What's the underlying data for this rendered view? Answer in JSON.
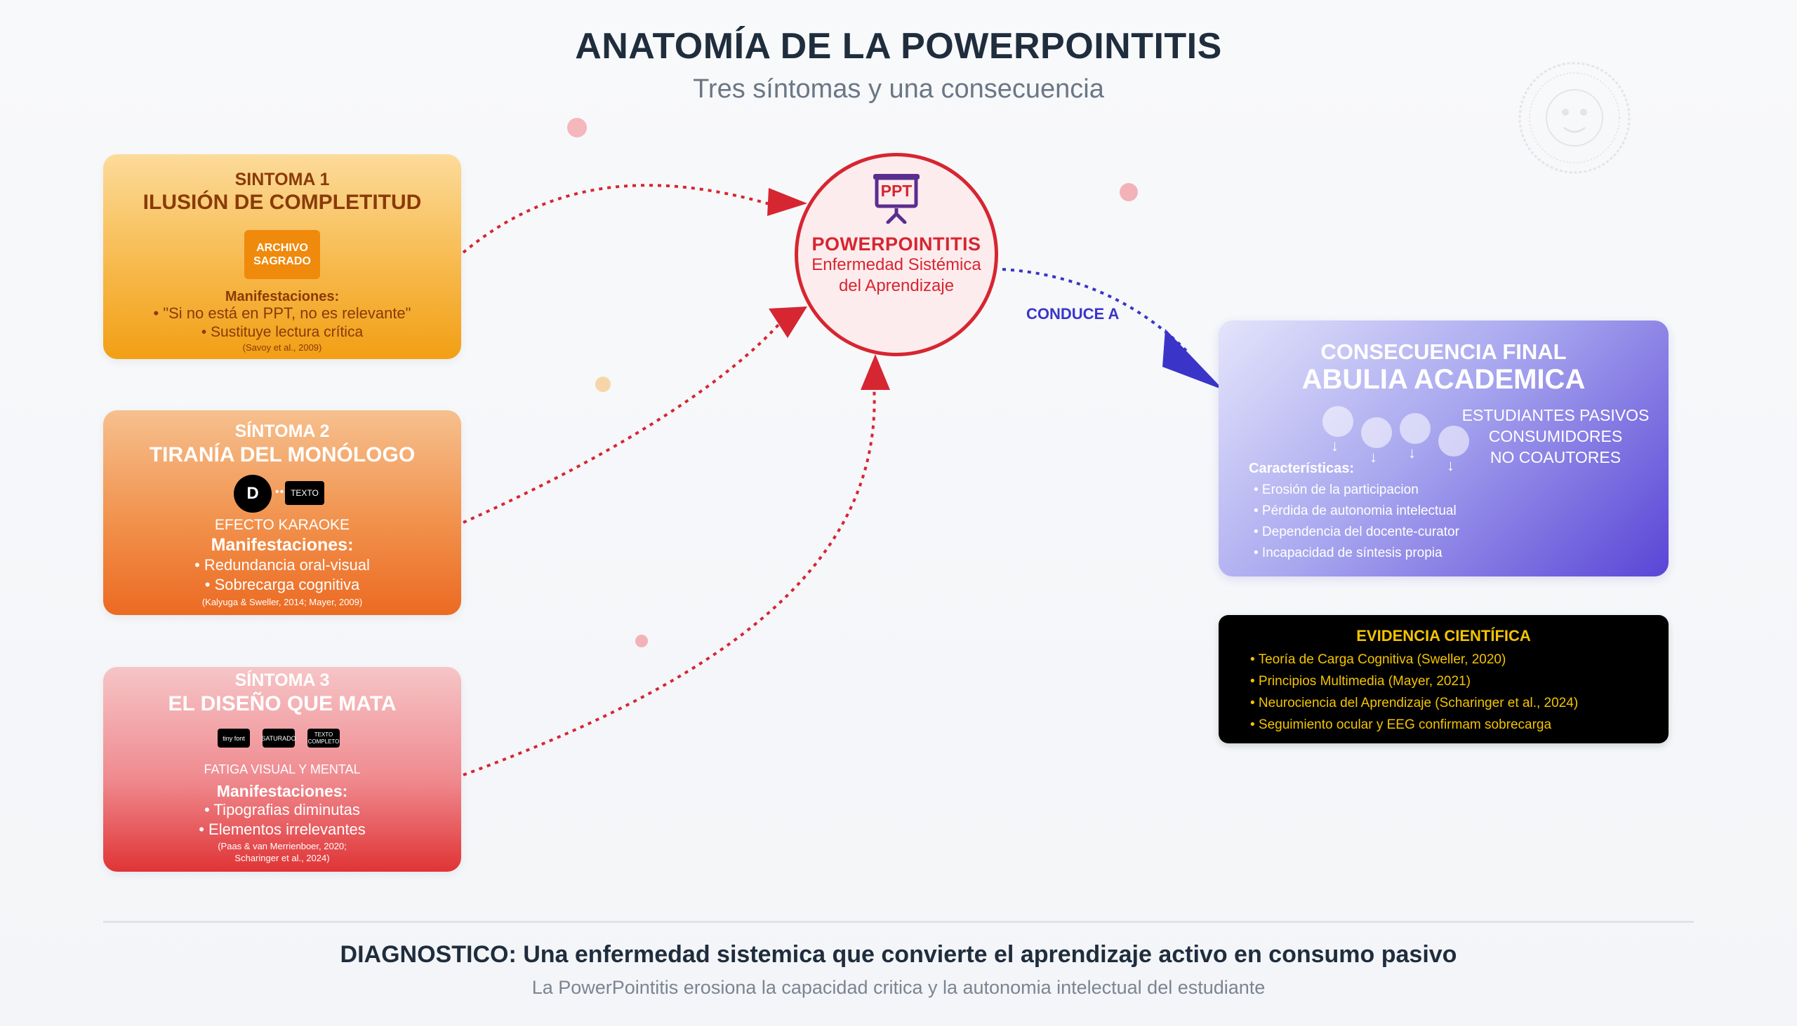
{
  "header": {
    "title": "ANATOMÍA DE LA POWERPOINTITIS",
    "subtitle": "Tres síntomas y una consecuencia"
  },
  "symptoms": [
    {
      "number": "SINTOMA 1",
      "name": "ILUSIÓN DE COMPLETITUD",
      "badge": [
        "ARCHIVO",
        "SAGRADO"
      ],
      "effect": "",
      "manifest_label": "Manifestaciones:",
      "items": [
        "• \"Si no está en PPT, no es relevante\"",
        "• Sustituye lectura crítica"
      ],
      "citation": [
        "(Savoy et al., 2009)"
      ]
    },
    {
      "number": "SÍNTOMA 2",
      "name": "TIRANÍA DEL MONÓLOGO",
      "icon_letter": "D",
      "chip": "TEXTO",
      "effect": "EFECTO KARAOKE",
      "manifest_label": "Manifestaciones:",
      "items": [
        "• Redundancia oral-visual",
        "• Sobrecarga cognitiva"
      ],
      "citation": [
        "(Kalyuga & Sweller, 2014; Mayer, 2009)"
      ]
    },
    {
      "number": "SÍNTOMA 3",
      "name": "EL DISEÑO QUE MATA",
      "chips": [
        "tiny font",
        "SATURADO",
        "TEXTO COMPLETO"
      ],
      "effect": "FATIGA VISUAL Y MENTAL",
      "manifest_label": "Manifestaciones:",
      "items": [
        "• Tipografias diminutas",
        "• Elementos irrelevantes"
      ],
      "citation": [
        "(Paas & van Merrienboer, 2020;",
        "Scharinger et al., 2024)"
      ]
    }
  ],
  "center": {
    "icon_text": "PPT",
    "name": "POWERPOINTITIS",
    "desc1": "Enfermedad Sistémica",
    "desc2": "del Aprendizaje"
  },
  "connector_label": "CONDUCE A",
  "consequence": {
    "label": "CONSECUENCIA FINAL",
    "name": "ABULIA ACADEMICA",
    "students": [
      "ESTUDIANTES PASIVOS",
      "CONSUMIDORES",
      "NO COAUTORES"
    ],
    "char_label": "Características:",
    "items": [
      "• Erosión de la participacion",
      "• Pérdida de autonomia intelectual",
      "• Dependencia del docente-curator",
      "• Incapacidad de síntesis propia"
    ]
  },
  "evidence": {
    "title": "EVIDENCIA CIENTÍFICA",
    "items": [
      "• Teoría de Carga Cognitiva (Sweller, 2020)",
      "• Principios Multimedia (Mayer, 2021)",
      "• Neurociencia del Aprendizaje (Scharinger et al., 2024)",
      "• Seguimiento ocular y EEG confirmam sobrecarga"
    ]
  },
  "footer": {
    "diagnosis": "DIAGNOSTICO: Una enfermedad sistemica que convierte el aprendizaje activo en consumo pasivo",
    "subtext": "La PowerPointitis erosiona la capacidad critica y la autonomia intelectual del estudiante"
  },
  "colors": {
    "dark": "#1f2d3d",
    "red": "#d62631",
    "blue_connector": "#3a35c8",
    "gold": "#f4c400"
  }
}
